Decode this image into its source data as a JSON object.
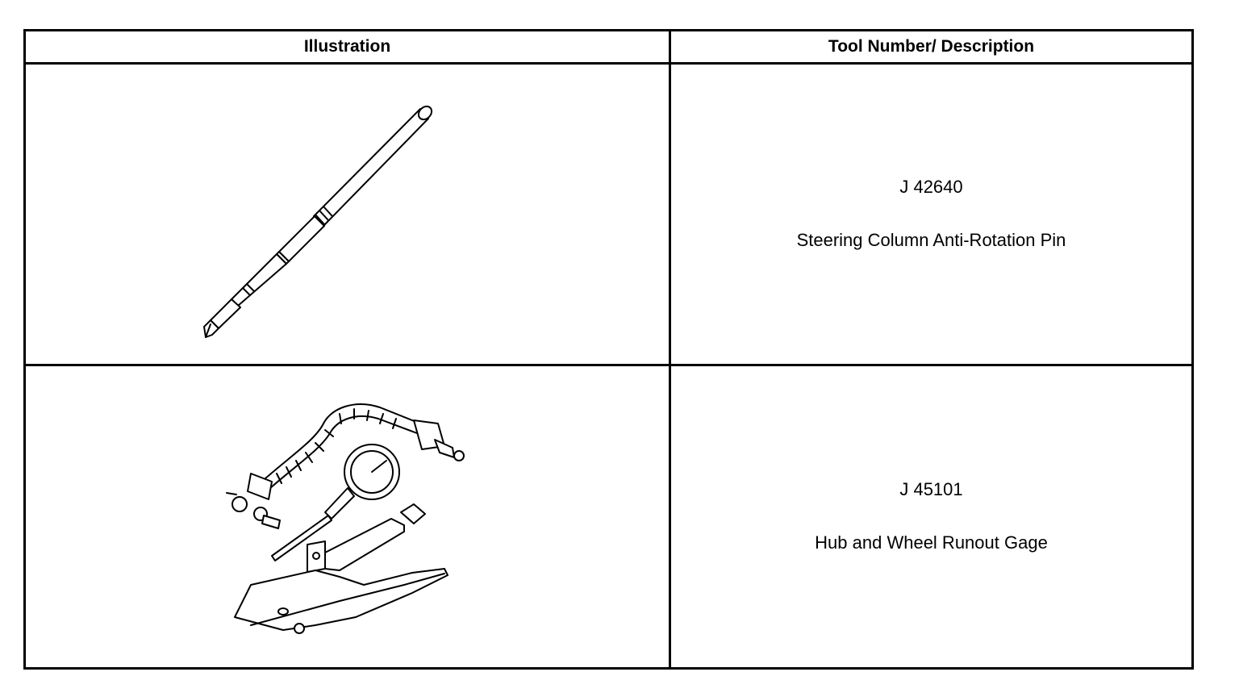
{
  "table": {
    "headers": {
      "illustration": "Illustration",
      "description": "Tool Number/ Description"
    },
    "rows": [
      {
        "tool_number": "J 42640",
        "description": "Steering Column Anti-Rotation Pin",
        "illustration_icon": "anti-rotation-pin-illustration"
      },
      {
        "tool_number": "J 45101",
        "description": "Hub and Wheel Runout Gage",
        "illustration_icon": "runout-gage-illustration"
      }
    ]
  }
}
